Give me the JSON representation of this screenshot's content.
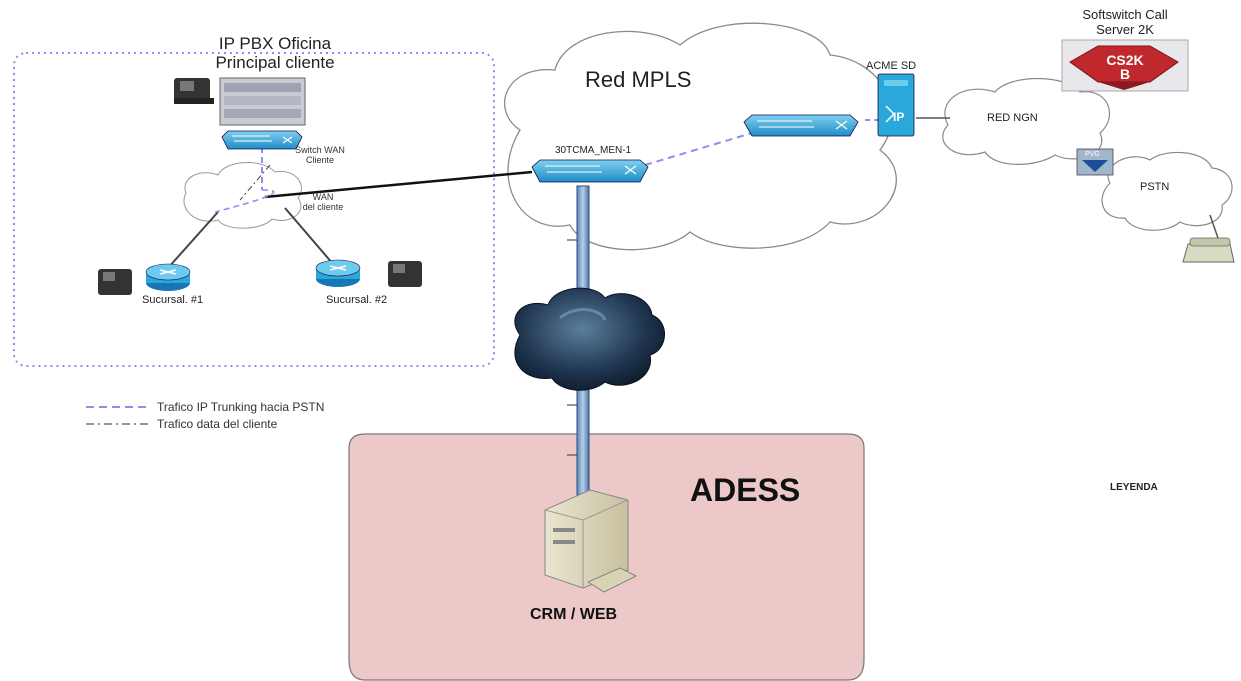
{
  "office": {
    "title_line1": "IP PBX Oficina",
    "title_line2": "Principal cliente",
    "switch_label_line1": "Switch WAN",
    "switch_label_line2": "Cliente",
    "wan_label_line1": "WAN",
    "wan_label_line2": "del cliente",
    "branch1_label": "Sucursal. #1",
    "branch2_label": "Sucursal. #2"
  },
  "mpls": {
    "cloud_label": "Red MPLS",
    "router_label": "30TCMA_MEN-1",
    "acme_label": "ACME SD",
    "acme_badge": "IP"
  },
  "softswitch": {
    "title_line1": "Softswitch Call",
    "title_line2": "Server 2K",
    "badge_line1": "CS2K",
    "badge_line2": "B"
  },
  "ngn": {
    "cloud_label": "RED NGN",
    "gateway_badge": "PVG"
  },
  "pstn": {
    "cloud_label": "PSTN"
  },
  "legend": {
    "item1": "Trafico IP Trunking hacia PSTN",
    "item2": "Trafico data del cliente",
    "title": "LEYENDA"
  },
  "adess": {
    "title": "ADESS",
    "server_label": "CRM / WEB"
  },
  "colors": {
    "dashed_line": "#8a8ff0",
    "adess_fill": "#ecc8c8",
    "device_blue": "#2aa8dc",
    "cs2k_red": "#c0282e"
  }
}
